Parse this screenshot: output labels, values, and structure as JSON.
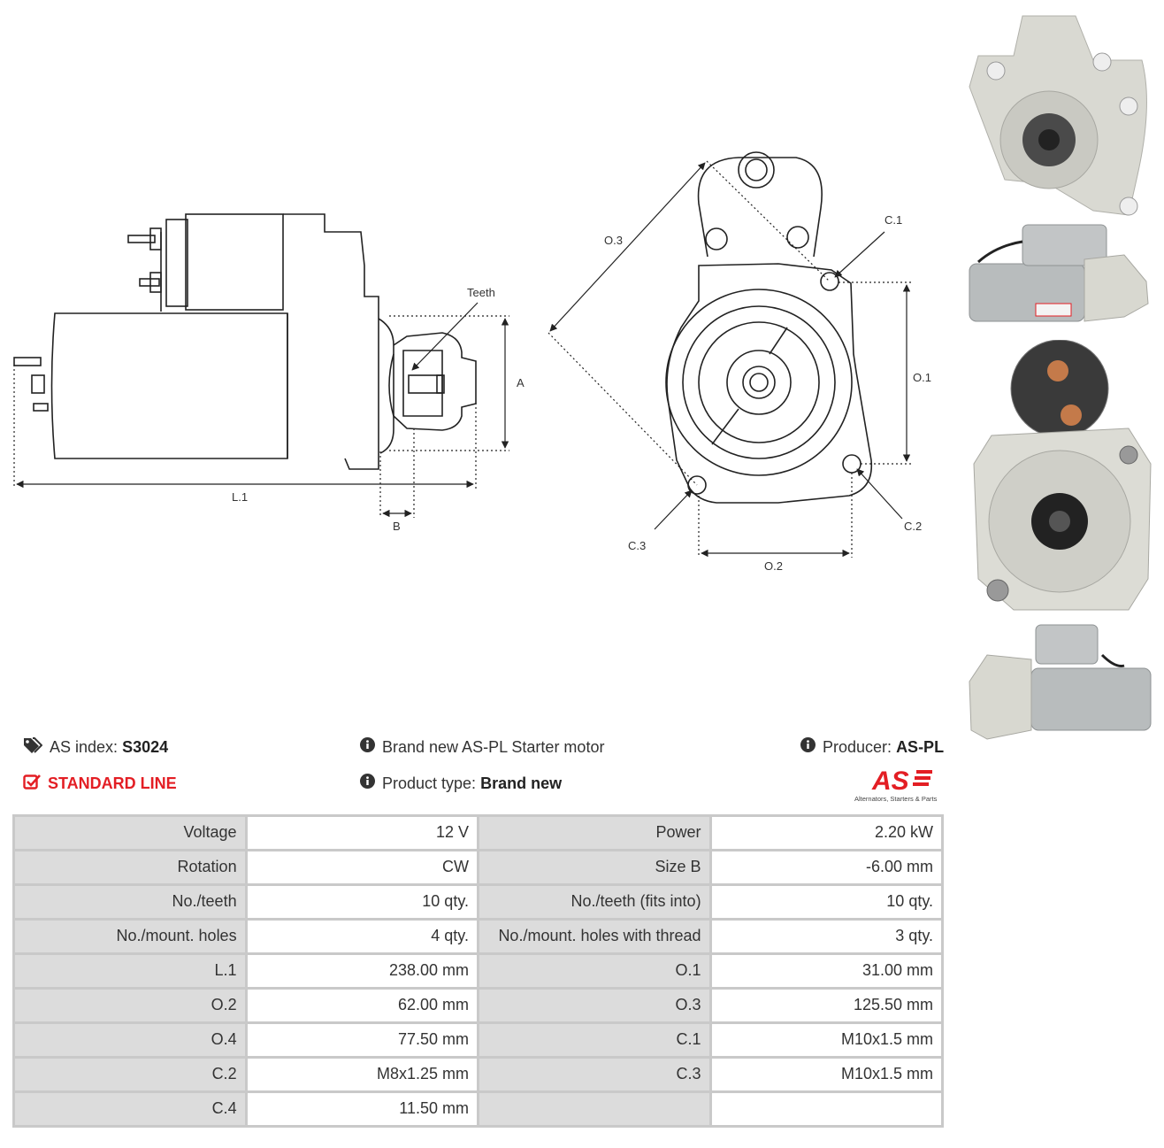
{
  "diagram": {
    "labels": {
      "teeth": "Teeth",
      "a": "A",
      "l1": "L.1",
      "b": "B",
      "o1": "O.1",
      "o2": "O.2",
      "o3": "O.3",
      "c1": "C.1",
      "c2": "C.2",
      "c3": "C.3"
    }
  },
  "info": {
    "as_index_label": "AS index:",
    "as_index_value": "S3024",
    "line": "STANDARD LINE",
    "description": "Brand new AS-PL Starter motor",
    "product_type_label": "Product type:",
    "product_type_value": "Brand new",
    "producer_label": "Producer:",
    "producer_value": "AS-PL",
    "logo_text": "AS",
    "logo_tagline": "Alternators, Starters & Parts",
    "accent_color": "#e31e24"
  },
  "specs": [
    {
      "l1": "Voltage",
      "v1": "12 V",
      "l2": "Power",
      "v2": "2.20 kW"
    },
    {
      "l1": "Rotation",
      "v1": "CW",
      "l2": "Size B",
      "v2": "-6.00 mm"
    },
    {
      "l1": "No./teeth",
      "v1": "10 qty.",
      "l2": "No./teeth (fits into)",
      "v2": "10 qty."
    },
    {
      "l1": "No./mount. holes",
      "v1": "4 qty.",
      "l2": "No./mount. holes with thread",
      "v2": "3 qty."
    },
    {
      "l1": "L.1",
      "v1": "238.00 mm",
      "l2": "O.1",
      "v2": "31.00 mm"
    },
    {
      "l1": "O.2",
      "v1": "62.00 mm",
      "l2": "O.3",
      "v2": "125.50 mm"
    },
    {
      "l1": "O.4",
      "v1": "77.50 mm",
      "l2": "C.1",
      "v2": "M10x1.5 mm"
    },
    {
      "l1": "C.2",
      "v1": "M8x1.25 mm",
      "l2": "C.3",
      "v2": "M10x1.5 mm"
    },
    {
      "l1": "C.4",
      "v1": "11.50 mm",
      "l2": "",
      "v2": ""
    }
  ]
}
